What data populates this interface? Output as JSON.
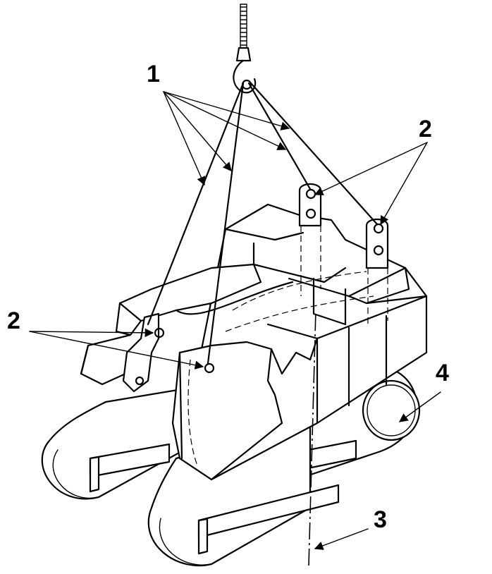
{
  "labels": {
    "slings": "1",
    "lifting_points": "2",
    "centre_of_gravity": "3",
    "crawler_track": "4"
  }
}
